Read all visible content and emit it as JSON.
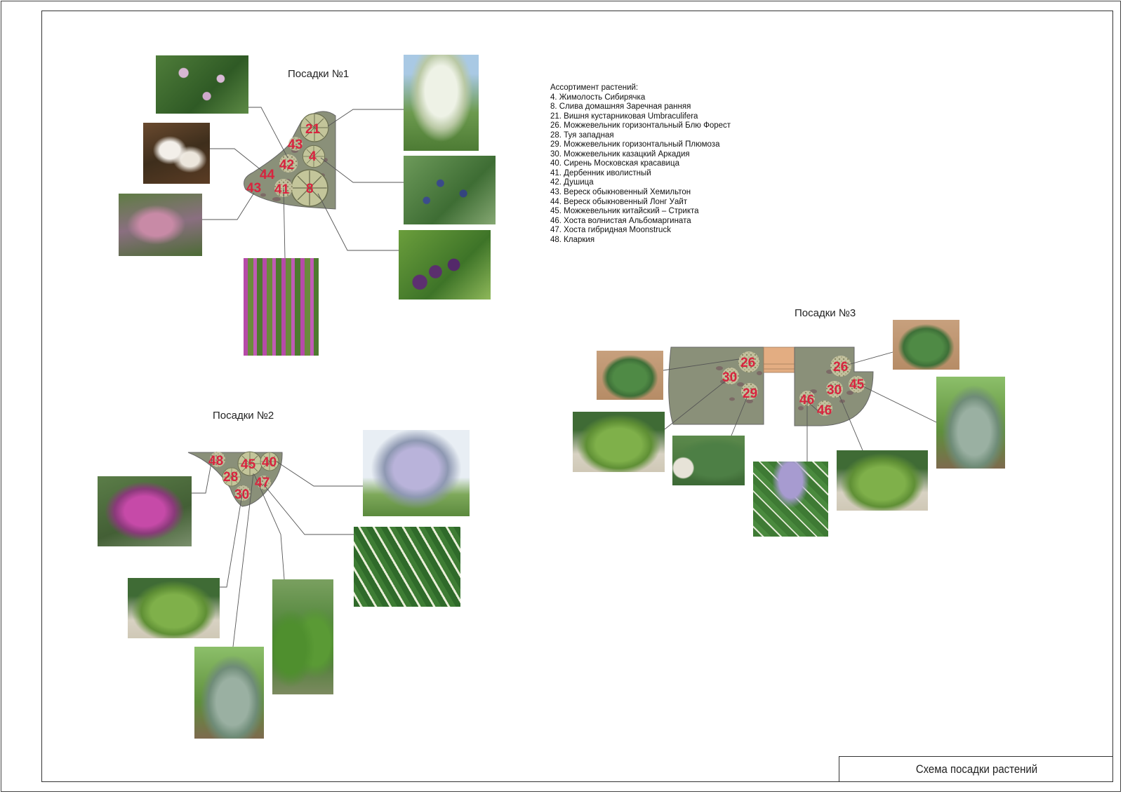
{
  "drawing_title": "Схема посадки растений",
  "legend": {
    "heading": "Ассортимент растений:",
    "items": [
      "4. Жимолость Сибирячка",
      "8. Слива домашняя Заречная ранняя",
      "21. Вишня кустарниковая Umbraculifera",
      "26. Можжевельник горизонтальный Блю Форест",
      "28. Туя западная",
      "29. Можжевельник горизонтальный Плюмоза",
      "30. Можжевельник казацкий Аркадия",
      "40. Сирень Московская красавица",
      "41. Дербенник иволистный",
      "42. Душица",
      "43. Вереск обыкновенный Хемильтон",
      "44. Вереск обыкновенный Лонг Уайт",
      "45. Можжевельник китайский – Стрикта",
      "46. Хоста волнистая Альбомаргината",
      "47. Хоста гибридная Moonstruck",
      "48. Кларкия"
    ]
  },
  "bed1": {
    "title": "Посадки №1",
    "labels": [
      "21",
      "43",
      "4",
      "42",
      "44",
      "43",
      "41",
      "8"
    ]
  },
  "bed2": {
    "title": "Посадки №2",
    "labels": [
      "48",
      "45",
      "40",
      "28",
      "47",
      "30"
    ]
  },
  "bed3": {
    "title": "Посадки №3",
    "labels": [
      "26",
      "30",
      "29",
      "26",
      "45",
      "30",
      "46",
      "46"
    ]
  },
  "colors": {
    "bed_fill": "#8a9079",
    "bed_fill_light": "#9aa48c",
    "path_fill": "#e3ad82",
    "number_red": "#d8243f",
    "leader_line": "#555555"
  }
}
